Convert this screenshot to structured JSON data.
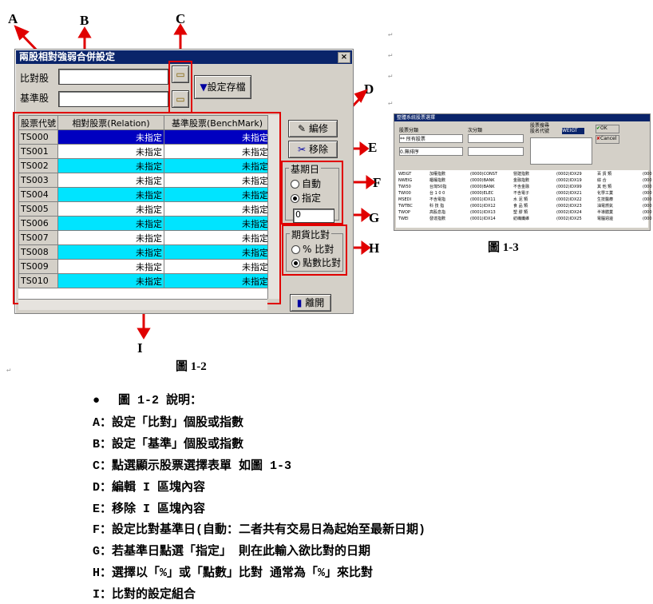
{
  "callouts": {
    "a": "A",
    "b": "B",
    "c": "C",
    "d": "D",
    "e": "E",
    "f": "F",
    "g": "G",
    "h": "H",
    "i": "I"
  },
  "fig2": {
    "title": "兩股相對強弱合併設定",
    "close": "×",
    "compare_label": "比對股",
    "base_label": "基準股",
    "compare_value": "",
    "base_value": "",
    "save_label": "設定存檔",
    "columns": [
      "股票代號",
      "相對股票(Relation)",
      "基準股票(BenchMark)"
    ],
    "rows": [
      {
        "code": "TS000",
        "rel": "未指定",
        "bench": "未指定"
      },
      {
        "code": "TS001",
        "rel": "未指定",
        "bench": "未指定"
      },
      {
        "code": "TS002",
        "rel": "未指定",
        "bench": "未指定"
      },
      {
        "code": "TS003",
        "rel": "未指定",
        "bench": "未指定"
      },
      {
        "code": "TS004",
        "rel": "未指定",
        "bench": "未指定"
      },
      {
        "code": "TS005",
        "rel": "未指定",
        "bench": "未指定"
      },
      {
        "code": "TS006",
        "rel": "未指定",
        "bench": "未指定"
      },
      {
        "code": "TS007",
        "rel": "未指定",
        "bench": "未指定"
      },
      {
        "code": "TS008",
        "rel": "未指定",
        "bench": "未指定"
      },
      {
        "code": "TS009",
        "rel": "未指定",
        "bench": "未指定"
      },
      {
        "code": "TS010",
        "rel": "未指定",
        "bench": "未指定"
      }
    ],
    "edit_label": "編修",
    "remove_label": "移除",
    "base_date_group": "基期日",
    "auto_label": "自動",
    "specify_label": "指定",
    "date_value": "0",
    "futures_group": "期貨比對",
    "pct_label": "% 比對",
    "points_label": "點數比對",
    "exit_label": "離開",
    "caption": "圖 1-2"
  },
  "fig3": {
    "title": "整體系統股票選擇",
    "cat_label": "股票分類",
    "subcat_label": "次分類",
    "code_label": "股票搜尋\n股名代號",
    "code_value": "WEIGT",
    "all_stocks": "** 所有股票",
    "sort": "0.無排序",
    "ok": "OK",
    "cancel": "Cancel",
    "list": [
      [
        "WEIGT",
        "加權指數",
        "(0000)CONST",
        "營建指數",
        "(0002)IDX29",
        "百 貨 類",
        "(000"
      ],
      [
        "NWEIG",
        "櫃檯指數",
        "(0000)BANK",
        "金融指數",
        "(0002)IDX19",
        "綜    合",
        "(000"
      ],
      [
        "TWI50",
        "台灣50指",
        "(0000)BANK",
        "不含金融",
        "(0002)IDX99",
        "其 他 類",
        "(000"
      ],
      [
        "TWI00",
        "台 1 0 0",
        "(0000)ELEC",
        "不含電子",
        "(0002)IDX21",
        "化學工業",
        "(000"
      ],
      [
        "MSEDI",
        "不含電指",
        "(0001)IDX11",
        "水 泥 類",
        "(0002)IDX22",
        "生技醫療",
        "(000"
      ],
      [
        "TWTBC",
        "科 技 指",
        "(0001)IDX12",
        "食 品 類",
        "(0002)IDX23",
        "油電燃氣",
        "(000"
      ],
      [
        "TWOP",
        "高股息指",
        "(0001)IDX13",
        "塑 膠 類",
        "(0002)IDX24",
        "半導體業",
        "(000"
      ],
      [
        "TWEI",
        "發達指數",
        "(0001)IDX14",
        "紡織纖維",
        "(0002)IDX25",
        "電腦週邊",
        "(000"
      ]
    ],
    "caption": "圖 1-3"
  },
  "description": {
    "bullet": "●",
    "heading": "圖 1-2 說明：",
    "lines": [
      "A：設定「比對」個股或指數",
      "B：設定「基準」個股或指數",
      "C：點選顯示股票選擇表單 如圖 1-3",
      "D：編輯 I 區塊內容",
      "E：移除 I 區塊內容",
      "F：設定比對基準日(自動：二者共有交易日為起始至最新日期)",
      "G：若基準日點選「指定」 則在此輸入欲比對的日期",
      "H：選擇以「%」或「點數」比對 通常為「%」來比對",
      "I：比對的設定組合"
    ]
  },
  "para_mark": "↵"
}
